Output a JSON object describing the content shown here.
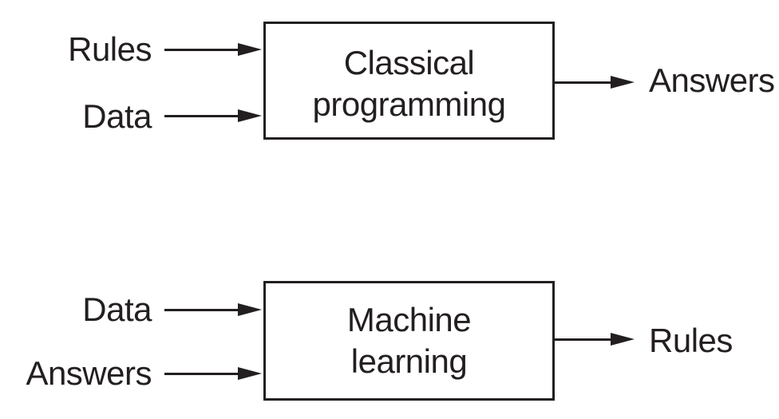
{
  "diagram": {
    "background_color": "#ffffff",
    "stroke_color": "#231f20",
    "top": {
      "inputs": [
        "Rules",
        "Data"
      ],
      "box_lines": [
        "Classical",
        "programming"
      ],
      "output": "Answers"
    },
    "bottom": {
      "inputs": [
        "Data",
        "Answers"
      ],
      "box_lines": [
        "Machine",
        "learning"
      ],
      "output": "Rules"
    }
  }
}
